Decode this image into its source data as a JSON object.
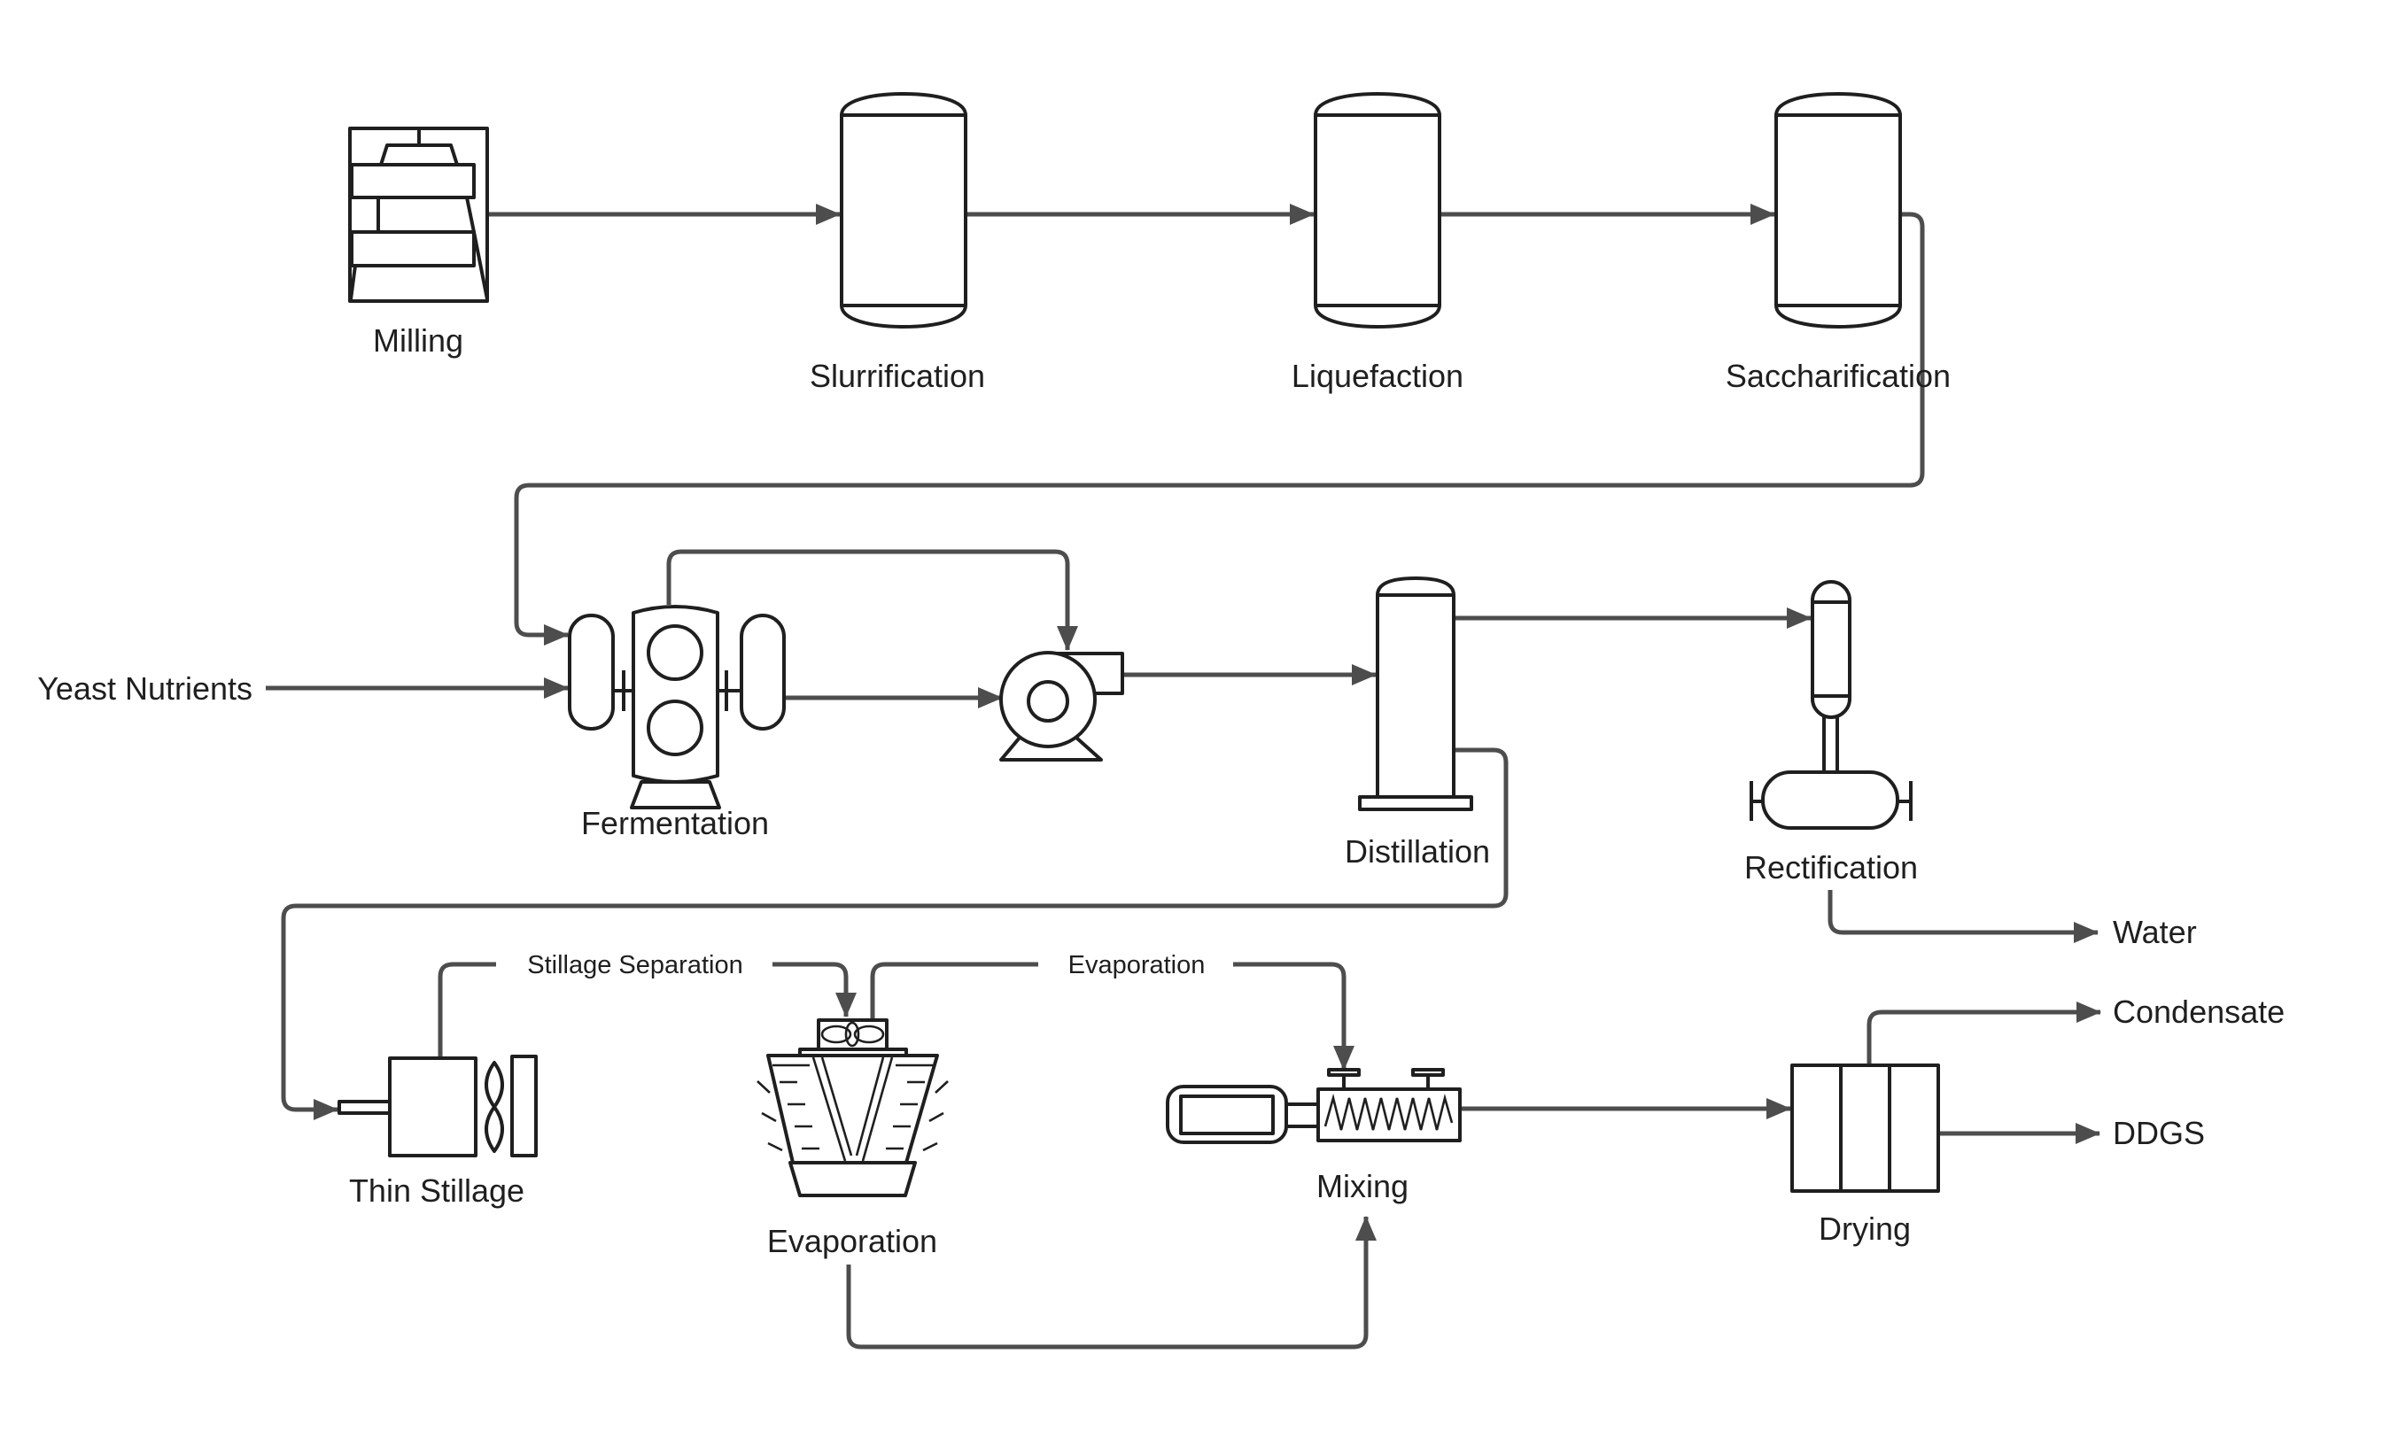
{
  "process_nodes": {
    "milling": "Milling",
    "slurrification": "Slurrification",
    "liquefaction": "Liquefaction",
    "saccharification": "Saccharification",
    "fermentation": "Fermentation",
    "distillation": "Distillation",
    "rectification": "Rectification",
    "thin_stillage": "Thin Stillage",
    "evaporation": "Evaporation",
    "mixing": "Mixing",
    "drying": "Drying"
  },
  "stream_labels": {
    "yeast_nutrients": "Yeast Nutrients",
    "stillage_separation": "Stillage Separation",
    "evaporation_line": "Evaporation",
    "water": "Water",
    "condensate": "Condensate",
    "ddgs": "DDGS"
  },
  "colors": {
    "line": "#4d4d4d",
    "equipment": "#1f1f1f",
    "text": "#1f1f1f",
    "background": "#ffffff"
  }
}
